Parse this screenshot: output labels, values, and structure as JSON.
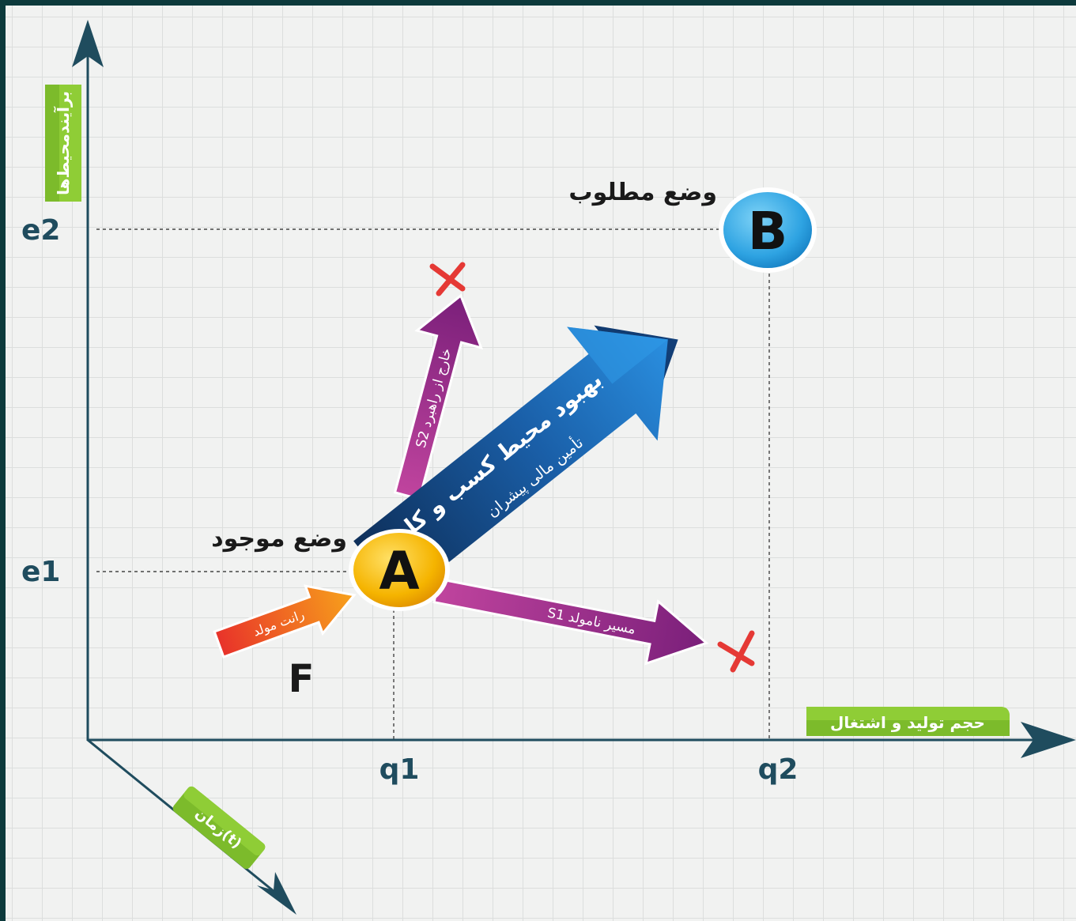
{
  "axes": {
    "y_label": "برآیندمحیط‌ها",
    "x_label": "حجم تولید و اشتغال",
    "z_label": "زمان(t)"
  },
  "ticks": {
    "e1": "e1",
    "e2": "e2",
    "q1": "q1",
    "q2": "q2"
  },
  "points": {
    "a": {
      "letter": "A",
      "label": "وضع موجود"
    },
    "b": {
      "letter": "B",
      "label": "وضع مطلوب"
    },
    "f": {
      "letter": "F"
    }
  },
  "arrows": {
    "main_title": "بهبود محیط کسب و کار",
    "main_subtitle": "تأمین مالی پیشران",
    "s2_label": "S2 خارج از راهبرد",
    "s1_label": "S1 مسیر نامولد",
    "rent_label": "رانت مولد"
  },
  "colors": {
    "axis": "#1f4c5e",
    "label_bg": "#7cbb2b",
    "main_arrow": "#1f78c8",
    "side_arrow": "#9a2a8e",
    "rent_arrow": "#ef5a1e",
    "point_a": "#f4b400",
    "point_b": "#2fa7e4",
    "cross": "#e53935"
  }
}
